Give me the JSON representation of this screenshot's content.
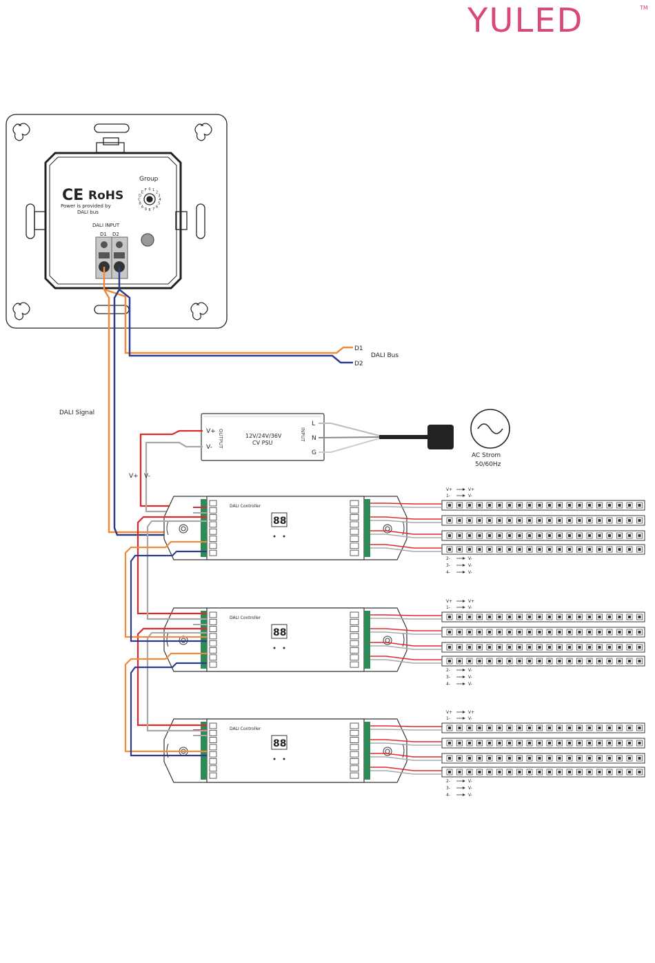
{
  "brand": {
    "name": "YULED",
    "tm": "TM",
    "color": "#d9487a"
  },
  "panel": {
    "ce": "CE",
    "rohs": "RoHS",
    "power_line1": "Power is provided by",
    "power_line2": "DALI bus",
    "group": "Group",
    "dali_input": "DALI INPUT",
    "d1": "D1",
    "d2": "D2",
    "dial_digits": [
      "0",
      "1",
      "2",
      "3",
      "4",
      "5",
      "6",
      "7",
      "8",
      "9",
      "A",
      "B",
      "C",
      "D",
      "E",
      "F"
    ]
  },
  "bus": {
    "d1": "D1",
    "d2": "D2",
    "label": "DALI Bus"
  },
  "dali_signal": "DALI Signal",
  "psu": {
    "vplus": "V+",
    "vminus": "V-",
    "output": "OUTPUT",
    "input": "INPUT",
    "l": "L",
    "n": "N",
    "g": "G",
    "line1": "12V/24V/36V",
    "line2": "CV PSU"
  },
  "ac": {
    "line1": "AC Strom",
    "line2": "50/60Hz"
  },
  "vlabels": {
    "vplus": "V+",
    "vminus": "V-"
  },
  "controller": {
    "title": "DALI Controller",
    "display": "88"
  },
  "strip_top": [
    {
      "a": "V+",
      "b": "V+"
    },
    {
      "a": "1-",
      "b": "V-"
    }
  ],
  "strip_bottom": [
    {
      "a": "2-",
      "b": "V-"
    },
    {
      "a": "3-",
      "b": "V-"
    },
    {
      "a": "4-",
      "b": "V-"
    }
  ],
  "colors": {
    "red": "#e0282a",
    "orange": "#f08a3c",
    "blue": "#2e3a8c",
    "grey": "#a8a8a8",
    "black": "#222222"
  }
}
